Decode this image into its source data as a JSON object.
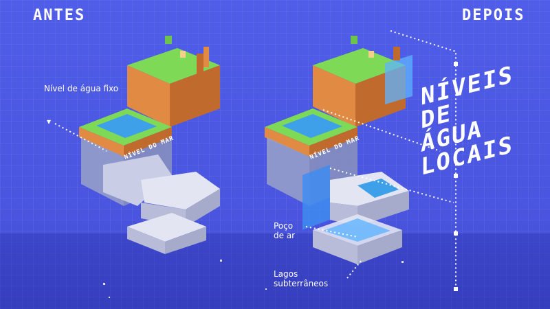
{
  "before_title": "ANTES",
  "after_title": "DEPOIS",
  "label_fixed_water": "Nível de água fixo",
  "label_sea_level_left": "NÍVEL DO MAR",
  "label_sea_level_right": "NÍVEL DO MAR",
  "label_local_water_levels": [
    "NÍVEIS",
    "DE ÁGUA",
    "LOCAIS"
  ],
  "label_air_pocket": "Poço de ar",
  "label_underground_lakes": "Lagos subterrâneos",
  "icons": [
    "pointer-marker-icon"
  ]
}
